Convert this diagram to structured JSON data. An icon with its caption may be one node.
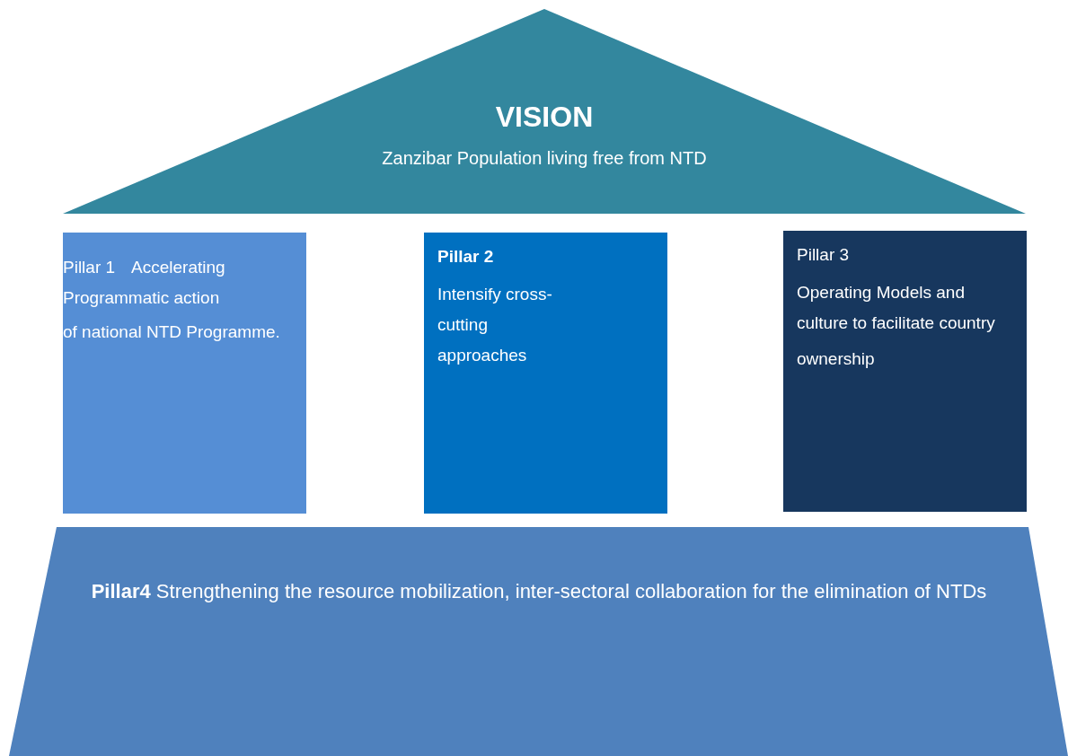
{
  "diagram": {
    "nodes": [
      {
        "text": [
          "VISION",
          "Zanzibar Population living free from NTD"
        ]
      },
      {
        "text": [
          "Pillar 1",
          "Accelerating Programmatic action",
          "of national NTD Programme."
        ]
      },
      {
        "text": [
          "Pillar 2",
          "Intensify cross-cutting approaches"
        ]
      },
      {
        "text": [
          "Pillar 3",
          "Operating Models and culture to facilitate country",
          "ownership"
        ]
      },
      {
        "text": [
          "**Pillar4** Strengthening the resource mobilization, inter-sectoral collaboration for the elimination of NTDs"
        ]
      }
    ]
  }
}
